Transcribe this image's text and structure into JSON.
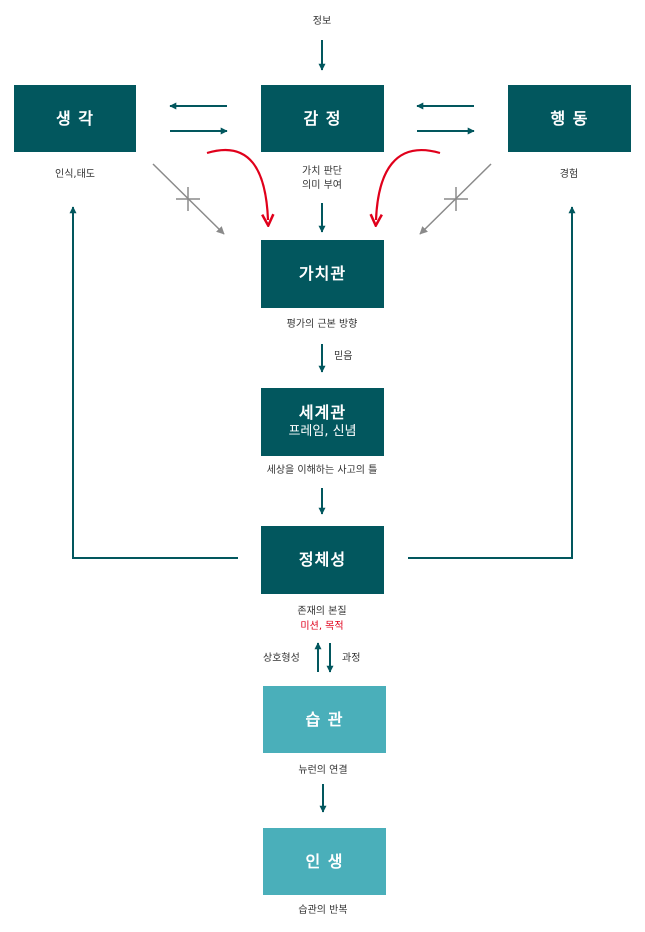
{
  "nodes": {
    "thought": {
      "label": "생 각"
    },
    "emotion": {
      "label": "감 정"
    },
    "action": {
      "label": "행 동"
    },
    "values": {
      "label": "가치관"
    },
    "worldview": {
      "label": "세계관",
      "sub": "프레임, 신념"
    },
    "identity": {
      "label": "정체성"
    },
    "habit": {
      "label": "습 관"
    },
    "life": {
      "label": "인 생"
    }
  },
  "labels": {
    "info": "정보",
    "thought_desc": "인식,태도",
    "emotion_desc_1": "가치 판단",
    "emotion_desc_2": "의미 부여",
    "action_desc": "경험",
    "values_desc": "평가의 근본 방향",
    "belief": "믿음",
    "worldview_desc": "세상을 이해하는 사고의 틀",
    "identity_desc": "존재의 본질",
    "identity_desc_red": "미션, 목적",
    "mutual_left": "상호형성",
    "mutual_right": "과정",
    "habit_desc": "뉴런의 연결",
    "life_desc": "습관의 반복"
  },
  "colors": {
    "dark_box": "#02575e",
    "light_box": "#4aafba",
    "arrow": "#02575e",
    "gray_arrow": "#8a8a8a",
    "red_arrow": "#e0001b"
  }
}
